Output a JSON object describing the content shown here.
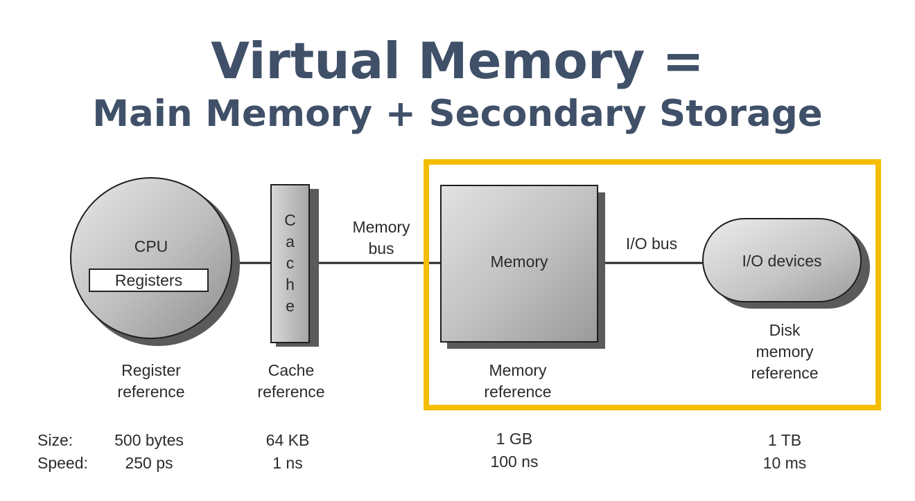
{
  "title": {
    "line1": "Virtual Memory =",
    "line2": "Main Memory + Secondary Storage",
    "color": "#3f5068"
  },
  "highlight_color": "#f5bd00",
  "components": {
    "cpu": {
      "label": "CPU",
      "registers": "Registers"
    },
    "cache": {
      "letters": [
        "C",
        "a",
        "c",
        "h",
        "e"
      ]
    },
    "memory_bus": "Memory\nbus",
    "memory": {
      "label": "Memory"
    },
    "io_bus": "I/O bus",
    "io_devices": {
      "label": "I/O devices"
    }
  },
  "references": {
    "register": "Register\nreference",
    "cache": "Cache\nreference",
    "memory": "Memory\nreference",
    "disk": "Disk\nmemory\nreference"
  },
  "metrics": {
    "size_label": "Size:",
    "speed_label": "Speed:",
    "register": {
      "size": "500 bytes",
      "speed": "250 ps"
    },
    "cache": {
      "size": "64 KB",
      "speed": "1 ns"
    },
    "memory": {
      "size": "1 GB",
      "speed": "100 ns"
    },
    "disk": {
      "size": "1 TB",
      "speed": "10 ms"
    }
  }
}
